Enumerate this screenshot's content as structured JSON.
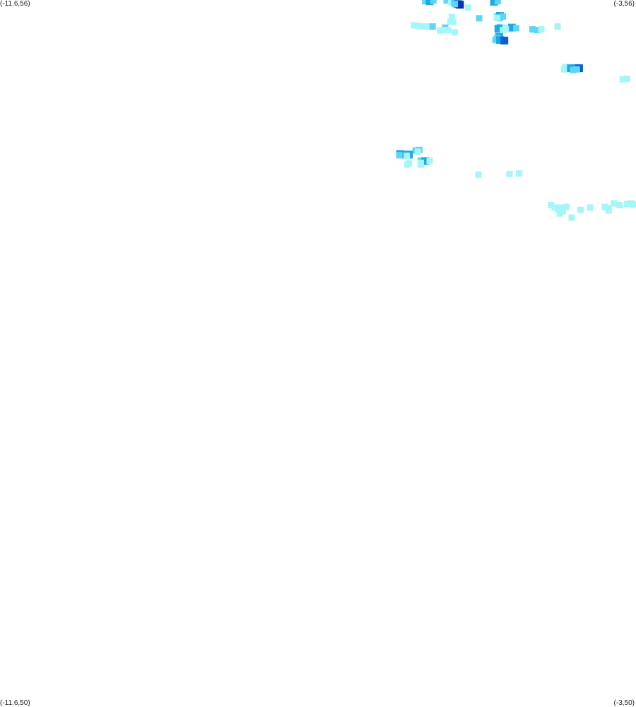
{
  "corners": {
    "top_left": "(-11.6,56)",
    "top_right": "(-3,56)",
    "bottom_left": "(-11.6,50)",
    "bottom_right": "(-3,50)"
  },
  "extent": {
    "lon_min": -11.6,
    "lon_max": -3,
    "lat_min": 50,
    "lat_max": 56
  },
  "colors": {
    "background": "#ffffff",
    "level_1": "#a6f6f8",
    "level_2": "#5fd6f2",
    "level_3": "#1ea8e6",
    "level_4": "#0a5fd6",
    "level_5": "#0a2fb0"
  },
  "chart_data": {
    "type": "heatmap",
    "x_label": "",
    "y_label": "",
    "note_levels": "cell values 1-5 map to colors level_1..level_5",
    "cells": [
      {
        "lon": -5.85,
        "lat": 55.99,
        "v": 2
      },
      {
        "lon": -5.79,
        "lat": 55.99,
        "v": 3
      },
      {
        "lon": -5.74,
        "lat": 55.995,
        "v": 2
      },
      {
        "lon": -5.56,
        "lat": 55.995,
        "v": 2
      },
      {
        "lon": -5.49,
        "lat": 56.0,
        "v": 1
      },
      {
        "lon": -5.5,
        "lat": 55.98,
        "v": 1
      },
      {
        "lon": -5.46,
        "lat": 55.98,
        "v": 2
      },
      {
        "lon": -5.42,
        "lat": 55.975,
        "v": 2
      },
      {
        "lon": -5.37,
        "lat": 55.98,
        "v": 1
      },
      {
        "lon": -5.41,
        "lat": 55.965,
        "v": 4
      },
      {
        "lon": -5.38,
        "lat": 55.96,
        "v": 5
      },
      {
        "lon": -5.45,
        "lat": 55.965,
        "v": 2
      },
      {
        "lon": -4.9,
        "lat": 55.995,
        "v": 2
      },
      {
        "lon": -4.92,
        "lat": 55.985,
        "v": 3
      },
      {
        "lon": -4.87,
        "lat": 55.99,
        "v": 2
      },
      {
        "lon": -5.27,
        "lat": 55.935,
        "v": 1
      },
      {
        "lon": -4.88,
        "lat": 55.86,
        "v": 2
      },
      {
        "lon": -4.84,
        "lat": 55.865,
        "v": 3
      },
      {
        "lon": -4.8,
        "lat": 55.86,
        "v": 2
      },
      {
        "lon": -4.84,
        "lat": 55.845,
        "v": 2
      },
      {
        "lon": -4.88,
        "lat": 55.85,
        "v": 1
      },
      {
        "lon": -5.12,
        "lat": 55.845,
        "v": 2
      },
      {
        "lon": -5.49,
        "lat": 55.855,
        "v": 1
      },
      {
        "lon": -5.47,
        "lat": 55.815,
        "v": 1
      },
      {
        "lon": -5.51,
        "lat": 55.815,
        "v": 1
      },
      {
        "lon": -6.0,
        "lat": 55.785,
        "v": 1
      },
      {
        "lon": -5.94,
        "lat": 55.78,
        "v": 1
      },
      {
        "lon": -5.88,
        "lat": 55.775,
        "v": 1
      },
      {
        "lon": -5.82,
        "lat": 55.775,
        "v": 1
      },
      {
        "lon": -5.75,
        "lat": 55.775,
        "v": 2
      },
      {
        "lon": -5.58,
        "lat": 55.765,
        "v": 2
      },
      {
        "lon": -5.6,
        "lat": 55.745,
        "v": 1
      },
      {
        "lon": -5.65,
        "lat": 55.74,
        "v": 1
      },
      {
        "lon": -5.54,
        "lat": 55.745,
        "v": 1
      },
      {
        "lon": -5.45,
        "lat": 55.725,
        "v": 1
      },
      {
        "lon": -4.84,
        "lat": 55.77,
        "v": 2
      },
      {
        "lon": -4.79,
        "lat": 55.765,
        "v": 1
      },
      {
        "lon": -4.68,
        "lat": 55.765,
        "v": 3
      },
      {
        "lon": -4.62,
        "lat": 55.76,
        "v": 2
      },
      {
        "lon": -4.86,
        "lat": 55.755,
        "v": 3
      },
      {
        "lon": -4.8,
        "lat": 55.745,
        "v": 1
      },
      {
        "lon": -4.76,
        "lat": 55.75,
        "v": 1
      },
      {
        "lon": -4.4,
        "lat": 55.75,
        "v": 2
      },
      {
        "lon": -4.34,
        "lat": 55.745,
        "v": 2
      },
      {
        "lon": -4.28,
        "lat": 55.75,
        "v": 1
      },
      {
        "lon": -4.06,
        "lat": 55.775,
        "v": 1
      },
      {
        "lon": -4.85,
        "lat": 55.685,
        "v": 3
      },
      {
        "lon": -4.88,
        "lat": 55.675,
        "v": 2
      },
      {
        "lon": -4.9,
        "lat": 55.66,
        "v": 2
      },
      {
        "lon": -4.84,
        "lat": 55.66,
        "v": 3
      },
      {
        "lon": -4.78,
        "lat": 55.655,
        "v": 4
      },
      {
        "lon": -3.97,
        "lat": 55.41,
        "v": 1
      },
      {
        "lon": -3.96,
        "lat": 55.43,
        "v": 1
      },
      {
        "lon": -3.88,
        "lat": 55.42,
        "v": 3
      },
      {
        "lon": -3.83,
        "lat": 55.42,
        "v": 3
      },
      {
        "lon": -3.77,
        "lat": 55.42,
        "v": 4
      },
      {
        "lon": -3.85,
        "lat": 55.405,
        "v": 2
      },
      {
        "lon": -3.8,
        "lat": 55.41,
        "v": 2
      },
      {
        "lon": -3.18,
        "lat": 55.325,
        "v": 1
      },
      {
        "lon": -3.12,
        "lat": 55.33,
        "v": 1
      },
      {
        "lon": -5.98,
        "lat": 54.72,
        "v": 2
      },
      {
        "lon": -5.93,
        "lat": 54.725,
        "v": 2
      },
      {
        "lon": -5.95,
        "lat": 54.71,
        "v": 1
      },
      {
        "lon": -6.19,
        "lat": 54.69,
        "v": 3
      },
      {
        "lon": -6.13,
        "lat": 54.685,
        "v": 3
      },
      {
        "lon": -6.07,
        "lat": 54.685,
        "v": 3
      },
      {
        "lon": -6.1,
        "lat": 54.675,
        "v": 1
      },
      {
        "lon": -6.2,
        "lat": 54.68,
        "v": 2
      },
      {
        "lon": -5.91,
        "lat": 54.635,
        "v": 2
      },
      {
        "lon": -5.85,
        "lat": 54.63,
        "v": 3
      },
      {
        "lon": -5.79,
        "lat": 54.63,
        "v": 1
      },
      {
        "lon": -5.91,
        "lat": 54.615,
        "v": 1
      },
      {
        "lon": -5.91,
        "lat": 54.6,
        "v": 1
      },
      {
        "lon": -6.07,
        "lat": 54.61,
        "v": 1
      },
      {
        "lon": -6.09,
        "lat": 54.6,
        "v": 1
      },
      {
        "lon": -4.71,
        "lat": 54.52,
        "v": 1
      },
      {
        "lon": -4.58,
        "lat": 54.525,
        "v": 1
      },
      {
        "lon": -5.13,
        "lat": 54.515,
        "v": 1
      },
      {
        "lon": -4.15,
        "lat": 54.255,
        "v": 1
      },
      {
        "lon": -4.1,
        "lat": 54.235,
        "v": 1
      },
      {
        "lon": -4.02,
        "lat": 54.235,
        "v": 1
      },
      {
        "lon": -3.94,
        "lat": 54.24,
        "v": 1
      },
      {
        "lon": -4.05,
        "lat": 54.22,
        "v": 1
      },
      {
        "lon": -3.99,
        "lat": 54.205,
        "v": 1
      },
      {
        "lon": -4.03,
        "lat": 54.185,
        "v": 1
      },
      {
        "lon": -3.3,
        "lat": 54.27,
        "v": 1
      },
      {
        "lon": -3.22,
        "lat": 54.255,
        "v": 1
      },
      {
        "lon": -3.12,
        "lat": 54.265,
        "v": 1
      },
      {
        "lon": -3.07,
        "lat": 54.27,
        "v": 1
      },
      {
        "lon": -3.03,
        "lat": 54.26,
        "v": 1
      },
      {
        "lon": -3.42,
        "lat": 54.24,
        "v": 1
      },
      {
        "lon": -3.38,
        "lat": 54.23,
        "v": 1
      },
      {
        "lon": -3.37,
        "lat": 54.21,
        "v": 1
      },
      {
        "lon": -3.62,
        "lat": 54.235,
        "v": 1
      },
      {
        "lon": -3.75,
        "lat": 54.215,
        "v": 1
      },
      {
        "lon": -3.87,
        "lat": 54.15,
        "v": 1
      }
    ]
  }
}
